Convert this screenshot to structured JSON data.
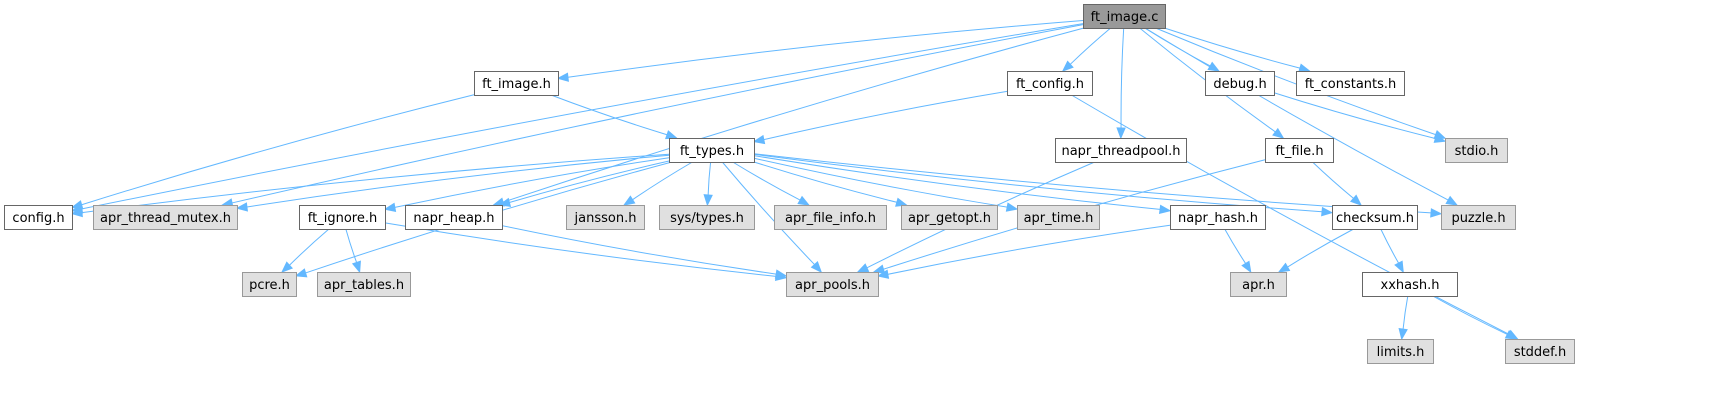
{
  "title": "ft_image.c include dependency graph",
  "colors": {
    "root_fill": "#999999",
    "root_stroke": "#666666",
    "local_fill": "#ffffff",
    "local_stroke": "#666666",
    "system_fill": "#e0e0e0",
    "system_stroke": "#999999",
    "edge": "#63b8ff"
  },
  "nodes": [
    {
      "id": "ft_image_c",
      "label": "ft_image.c",
      "kind": "root"
    },
    {
      "id": "ft_image_h",
      "label": "ft_image.h",
      "kind": "local"
    },
    {
      "id": "ft_config_h",
      "label": "ft_config.h",
      "kind": "local"
    },
    {
      "id": "debug_h",
      "label": "debug.h",
      "kind": "local"
    },
    {
      "id": "ft_constants_h",
      "label": "ft_constants.h",
      "kind": "local"
    },
    {
      "id": "ft_types_h",
      "label": "ft_types.h",
      "kind": "local"
    },
    {
      "id": "napr_threadpool_h",
      "label": "napr_threadpool.h",
      "kind": "local"
    },
    {
      "id": "ft_file_h",
      "label": "ft_file.h",
      "kind": "local"
    },
    {
      "id": "stdio_h",
      "label": "stdio.h",
      "kind": "system"
    },
    {
      "id": "config_h",
      "label": "config.h",
      "kind": "local"
    },
    {
      "id": "apr_thread_mutex_h",
      "label": "apr_thread_mutex.h",
      "kind": "system"
    },
    {
      "id": "ft_ignore_h",
      "label": "ft_ignore.h",
      "kind": "local"
    },
    {
      "id": "napr_heap_h",
      "label": "napr_heap.h",
      "kind": "local"
    },
    {
      "id": "jansson_h",
      "label": "jansson.h",
      "kind": "system"
    },
    {
      "id": "sys_types_h",
      "label": "sys/types.h",
      "kind": "system"
    },
    {
      "id": "apr_file_info_h",
      "label": "apr_file_info.h",
      "kind": "system"
    },
    {
      "id": "apr_getopt_h",
      "label": "apr_getopt.h",
      "kind": "system"
    },
    {
      "id": "apr_time_h",
      "label": "apr_time.h",
      "kind": "system"
    },
    {
      "id": "napr_hash_h",
      "label": "napr_hash.h",
      "kind": "local"
    },
    {
      "id": "checksum_h",
      "label": "checksum.h",
      "kind": "local"
    },
    {
      "id": "puzzle_h",
      "label": "puzzle.h",
      "kind": "system"
    },
    {
      "id": "pcre_h",
      "label": "pcre.h",
      "kind": "system"
    },
    {
      "id": "apr_tables_h",
      "label": "apr_tables.h",
      "kind": "system"
    },
    {
      "id": "apr_pools_h",
      "label": "apr_pools.h",
      "kind": "system"
    },
    {
      "id": "apr_h",
      "label": "apr.h",
      "kind": "system"
    },
    {
      "id": "xxhash_h",
      "label": "xxhash.h",
      "kind": "local"
    },
    {
      "id": "limits_h",
      "label": "limits.h",
      "kind": "system"
    },
    {
      "id": "stddef_h",
      "label": "stddef.h",
      "kind": "system"
    }
  ],
  "edges": [
    [
      "ft_image_c",
      "ft_image_h"
    ],
    [
      "ft_image_c",
      "ft_config_h"
    ],
    [
      "ft_image_c",
      "debug_h"
    ],
    [
      "ft_image_c",
      "ft_constants_h"
    ],
    [
      "ft_image_c",
      "napr_threadpool_h"
    ],
    [
      "ft_image_c",
      "ft_file_h"
    ],
    [
      "ft_image_c",
      "stdio_h"
    ],
    [
      "ft_image_c",
      "puzzle_h"
    ],
    [
      "ft_image_c",
      "config_h"
    ],
    [
      "ft_image_c",
      "apr_thread_mutex_h"
    ],
    [
      "ft_image_c",
      "napr_heap_h"
    ],
    [
      "ft_image_h",
      "ft_types_h"
    ],
    [
      "ft_image_h",
      "config_h"
    ],
    [
      "ft_config_h",
      "ft_types_h"
    ],
    [
      "ft_config_h",
      "stddef_h"
    ],
    [
      "debug_h",
      "stdio_h"
    ],
    [
      "ft_types_h",
      "config_h"
    ],
    [
      "ft_types_h",
      "apr_thread_mutex_h"
    ],
    [
      "ft_types_h",
      "ft_ignore_h"
    ],
    [
      "ft_types_h",
      "napr_heap_h"
    ],
    [
      "ft_types_h",
      "jansson_h"
    ],
    [
      "ft_types_h",
      "sys_types_h"
    ],
    [
      "ft_types_h",
      "apr_file_info_h"
    ],
    [
      "ft_types_h",
      "apr_getopt_h"
    ],
    [
      "ft_types_h",
      "apr_time_h"
    ],
    [
      "ft_types_h",
      "napr_hash_h"
    ],
    [
      "ft_types_h",
      "checksum_h"
    ],
    [
      "ft_types_h",
      "puzzle_h"
    ],
    [
      "ft_types_h",
      "pcre_h"
    ],
    [
      "ft_types_h",
      "apr_pools_h"
    ],
    [
      "napr_threadpool_h",
      "apr_pools_h"
    ],
    [
      "ft_file_h",
      "checksum_h"
    ],
    [
      "ft_file_h",
      "apr_pools_h"
    ],
    [
      "ft_ignore_h",
      "pcre_h"
    ],
    [
      "ft_ignore_h",
      "apr_tables_h"
    ],
    [
      "ft_ignore_h",
      "apr_pools_h"
    ],
    [
      "napr_heap_h",
      "apr_pools_h"
    ],
    [
      "napr_hash_h",
      "apr_pools_h"
    ],
    [
      "napr_hash_h",
      "apr_h"
    ],
    [
      "checksum_h",
      "apr_h"
    ],
    [
      "checksum_h",
      "xxhash_h"
    ],
    [
      "xxhash_h",
      "limits_h"
    ],
    [
      "xxhash_h",
      "stddef_h"
    ]
  ]
}
